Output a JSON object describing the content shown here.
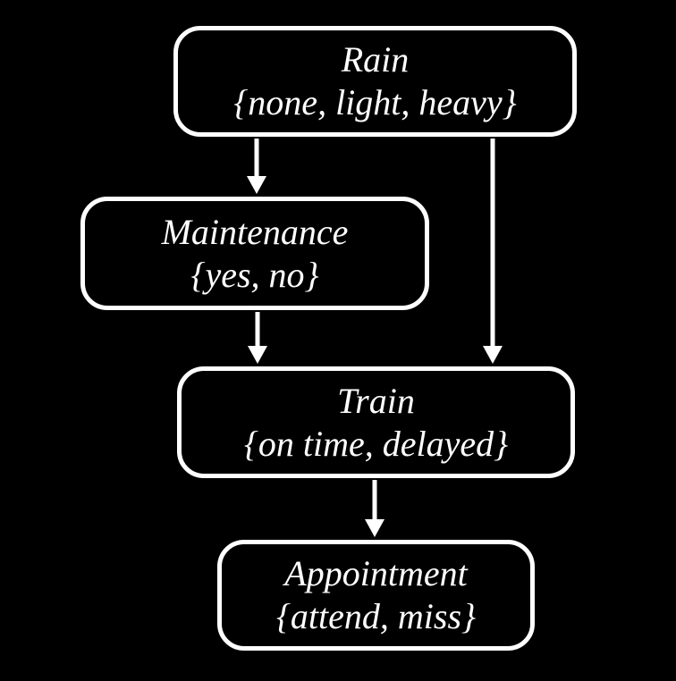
{
  "diagram": {
    "type": "bayesian-network",
    "background_color": "#000000",
    "node_border_color": "#ffffff",
    "text_color": "#ffffff",
    "arrow_color": "#ffffff",
    "nodes": {
      "rain": {
        "name": "Rain",
        "values": "{none, light, heavy}"
      },
      "maintenance": {
        "name": "Maintenance",
        "values": "{yes, no}"
      },
      "train": {
        "name": "Train",
        "values": "{on time, delayed}"
      },
      "appointment": {
        "name": "Appointment",
        "values": "{attend, miss}"
      }
    },
    "edges": [
      {
        "from": "Rain",
        "to": "Maintenance"
      },
      {
        "from": "Rain",
        "to": "Train"
      },
      {
        "from": "Maintenance",
        "to": "Train"
      },
      {
        "from": "Train",
        "to": "Appointment"
      }
    ]
  }
}
